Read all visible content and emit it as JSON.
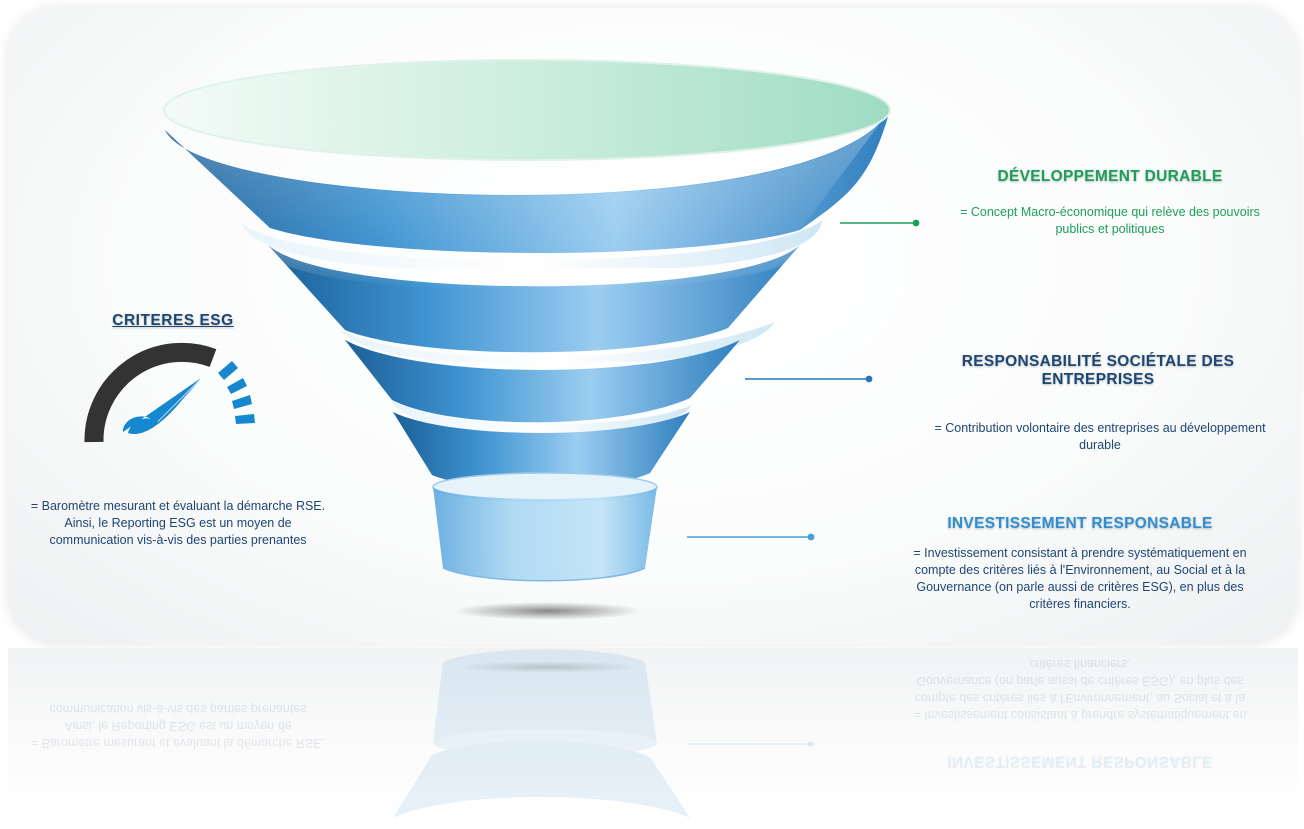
{
  "left": {
    "title": "CRITERES ESG",
    "description": "= Baromètre mesurant et évaluant la démarche RSE.  Ainsi, le Reporting ESG est un moyen de communication vis-à-vis des parties prenantes"
  },
  "levels": [
    {
      "title": "DÉVELOPPEMENT DURABLE",
      "description": "= Concept Macro-économique qui relève des pouvoirs publics et politiques"
    },
    {
      "title": "RESPONSABILITÉ SOCIÉTALE DES ENTREPRISES",
      "description": "= Contribution volontaire des entreprises au développement durable"
    },
    {
      "title": "INVESTISSEMENT RESPONSABLE",
      "description": "=  Investissement consistant à prendre systématiquement en compte des critères liés à l'Environnement, au Social et à la Gouvernance (on parle aussi de critères ESG), en plus des critères financiers."
    }
  ],
  "colors": {
    "green_accent": "#1e9e5a",
    "navy": "#1d4673",
    "funnel_blue": "#3a8fd0",
    "gauge_blue": "#1688d0",
    "gauge_dark": "#333333"
  },
  "gauge_icon": "speedometer-icon"
}
